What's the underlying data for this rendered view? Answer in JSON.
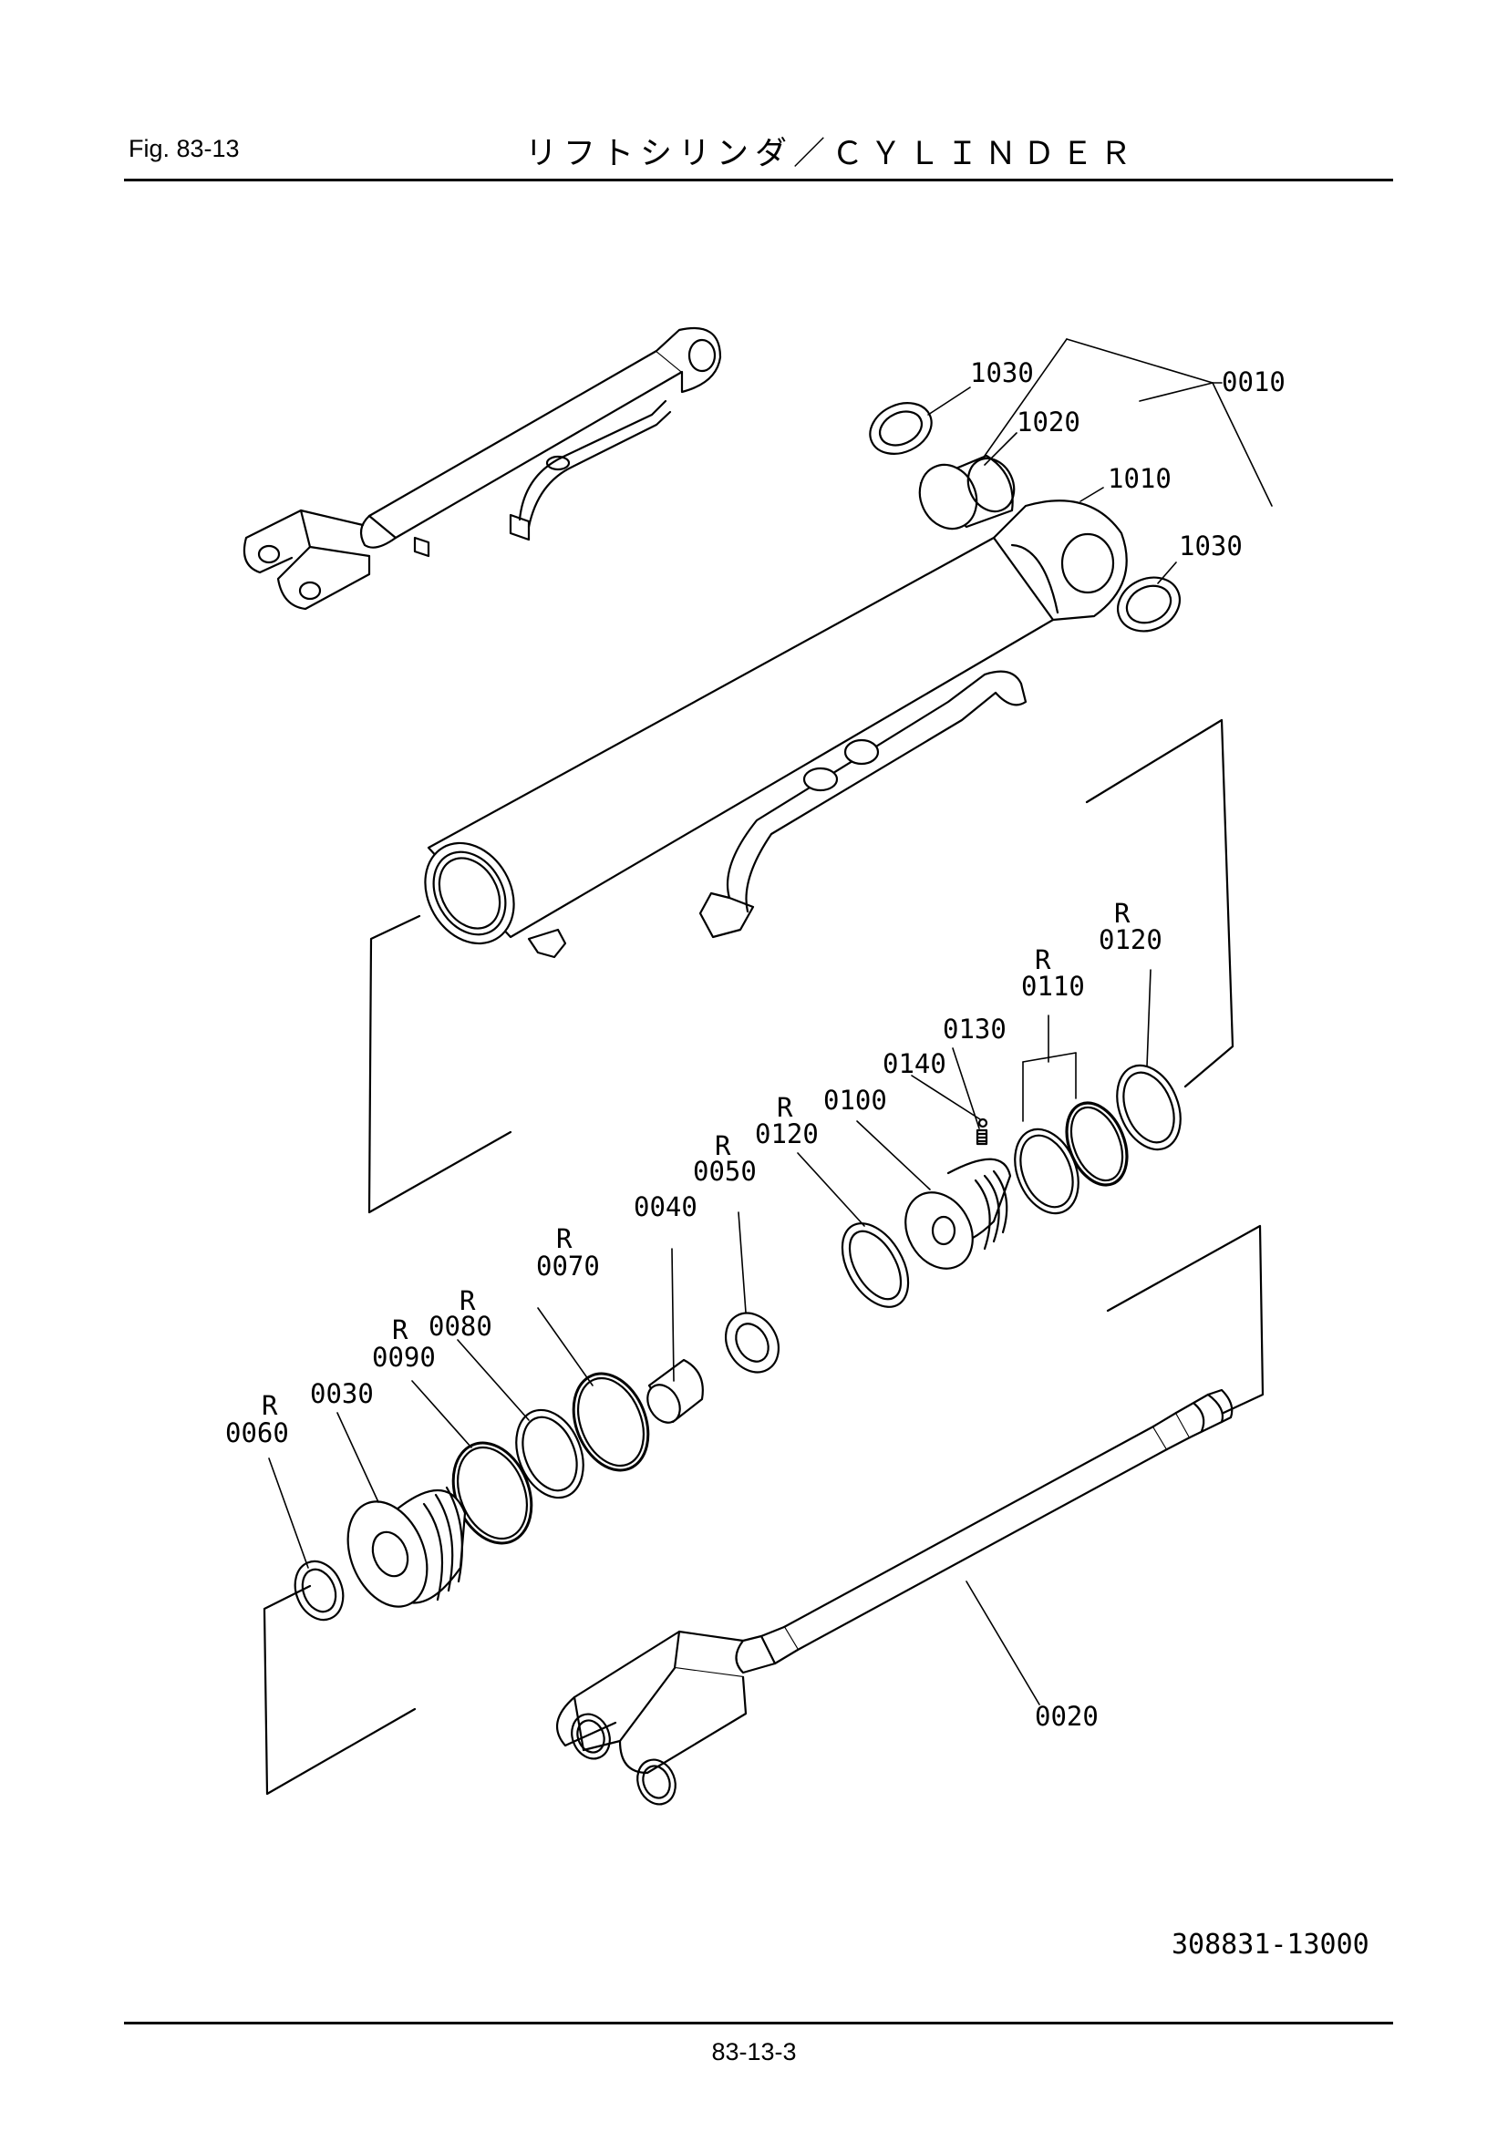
{
  "header": {
    "fig_label": "Fig.  83-13",
    "title": "リフトシリンダ／ＣＹＬＩＮＤＥＲ"
  },
  "callouts": {
    "c1030a": "1030",
    "c0010": "0010",
    "c1020": "1020",
    "c1010": "1010",
    "c1030b": "1030",
    "r0120a": "R",
    "c0120a": "0120",
    "r0110": "R",
    "c0110": "0110",
    "c0130": "0130",
    "c0140": "0140",
    "r0120b": "R",
    "c0120b": "0120",
    "c0100": "0100",
    "r0050": "R",
    "c0050": "0050",
    "c0040": "0040",
    "r0070": "R",
    "c0070": "0070",
    "r0080": "R",
    "c0080": "0080",
    "r0090": "R",
    "c0090": "0090",
    "c0030": "0030",
    "r0060": "R",
    "c0060": "0060",
    "c0020": "0020"
  },
  "drawing_number": "308831-13000",
  "page_number": "83-13-3"
}
